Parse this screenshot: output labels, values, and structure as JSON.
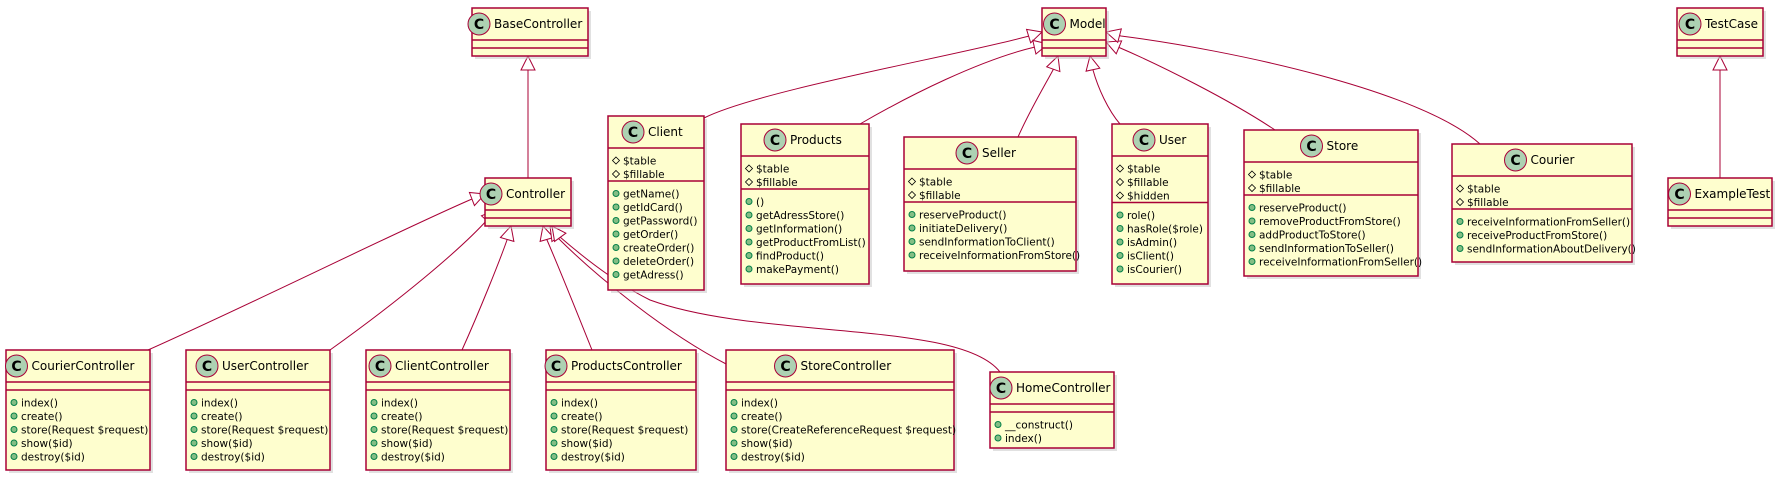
{
  "diagram": {
    "type": "uml-class-diagram",
    "colors": {
      "box_fill": "#FEFECE",
      "border": "#A80036",
      "class_badge": "#ADD1B2",
      "public_method_marker": "#84BE84",
      "protected_field_marker": "#000000"
    },
    "classes": {
      "BaseController": {
        "badge": "C",
        "name": "BaseController",
        "fields": [],
        "methods": []
      },
      "Model": {
        "badge": "C",
        "name": "Model",
        "fields": [],
        "methods": []
      },
      "TestCase": {
        "badge": "C",
        "name": "TestCase",
        "fields": [],
        "methods": []
      },
      "Controller": {
        "badge": "C",
        "name": "Controller",
        "fields": [],
        "methods": []
      },
      "ExampleTest": {
        "badge": "C",
        "name": "ExampleTest",
        "fields": [],
        "methods": []
      },
      "Client": {
        "badge": "C",
        "name": "Client",
        "fields": [
          "$table",
          "$fillable"
        ],
        "methods": [
          "getName()",
          "getIdCard()",
          "getPassword()",
          "getOrder()",
          "createOrder()",
          "deleteOrder()",
          "getAdress()"
        ]
      },
      "Products": {
        "badge": "C",
        "name": "Products",
        "fields": [
          "$table",
          "$fillable"
        ],
        "methods": [
          "()",
          "getAdressStore()",
          "getInformation()",
          "getProductFromList()",
          "findProduct()",
          "makePayment()"
        ]
      },
      "Seller": {
        "badge": "C",
        "name": "Seller",
        "fields": [
          "$table",
          "$fillable"
        ],
        "methods": [
          "reserveProduct()",
          "initiateDelivery()",
          "sendInformationToClient()",
          "receiveInformationFromStore()"
        ]
      },
      "User": {
        "badge": "C",
        "name": "User",
        "fields": [
          "$table",
          "$fillable",
          "$hidden"
        ],
        "methods": [
          "role()",
          "hasRole($role)",
          "isAdmin()",
          "isClient()",
          "isCourier()"
        ]
      },
      "Store": {
        "badge": "C",
        "name": "Store",
        "fields": [
          "$table",
          "$fillable"
        ],
        "methods": [
          "reserveProduct()",
          "removeProductFromStore()",
          "addProductToStore()",
          "sendInformationToSeller()",
          "receiveInformationFromSeller()"
        ]
      },
      "Courier": {
        "badge": "C",
        "name": "Courier",
        "fields": [
          "$table",
          "$fillable"
        ],
        "methods": [
          "receiveInformationFromSeller()",
          "receiveProductFromStore()",
          "sendInformationAboutDelivery()"
        ]
      },
      "CourierController": {
        "badge": "C",
        "name": "CourierController",
        "fields": [],
        "methods": [
          "index()",
          "create()",
          "store(Request $request)",
          "show($id)",
          "destroy($id)"
        ]
      },
      "UserController": {
        "badge": "C",
        "name": "UserController",
        "fields": [],
        "methods": [
          "index()",
          "create()",
          "store(Request $request)",
          "show($id)",
          "destroy($id)"
        ]
      },
      "ClientController": {
        "badge": "C",
        "name": "ClientController",
        "fields": [],
        "methods": [
          "index()",
          "create()",
          "store(Request $request)",
          "show($id)",
          "destroy($id)"
        ]
      },
      "ProductsController": {
        "badge": "C",
        "name": "ProductsController",
        "fields": [],
        "methods": [
          "index()",
          "create()",
          "store(Request $request)",
          "show($id)",
          "destroy($id)"
        ]
      },
      "StoreController": {
        "badge": "C",
        "name": "StoreController",
        "fields": [],
        "methods": [
          "index()",
          "create()",
          "store(CreateReferenceRequest $request)",
          "show($id)",
          "destroy($id)"
        ]
      },
      "HomeController": {
        "badge": "C",
        "name": "HomeController",
        "fields": [],
        "methods": [
          "__construct()",
          "index()"
        ]
      }
    },
    "relations": [
      {
        "type": "inheritance",
        "child": "Controller",
        "parent": "BaseController"
      },
      {
        "type": "inheritance",
        "child": "Client",
        "parent": "Model"
      },
      {
        "type": "inheritance",
        "child": "Products",
        "parent": "Model"
      },
      {
        "type": "inheritance",
        "child": "Seller",
        "parent": "Model"
      },
      {
        "type": "inheritance",
        "child": "User",
        "parent": "Model"
      },
      {
        "type": "inheritance",
        "child": "Store",
        "parent": "Model"
      },
      {
        "type": "inheritance",
        "child": "Courier",
        "parent": "Model"
      },
      {
        "type": "inheritance",
        "child": "ExampleTest",
        "parent": "TestCase"
      },
      {
        "type": "inheritance",
        "child": "CourierController",
        "parent": "Controller"
      },
      {
        "type": "inheritance",
        "child": "UserController",
        "parent": "Controller"
      },
      {
        "type": "inheritance",
        "child": "ClientController",
        "parent": "Controller"
      },
      {
        "type": "inheritance",
        "child": "ProductsController",
        "parent": "Controller"
      },
      {
        "type": "inheritance",
        "child": "StoreController",
        "parent": "Controller"
      },
      {
        "type": "inheritance",
        "child": "HomeController",
        "parent": "Controller"
      }
    ]
  }
}
